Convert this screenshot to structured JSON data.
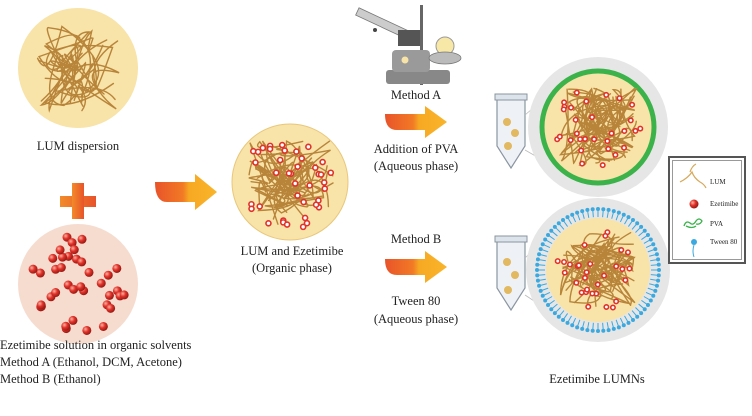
{
  "labels": {
    "lum_dispersion": "LUM dispersion",
    "ezetimibe_solution": [
      "Ezetimibe solution in organic solvents",
      "Method A (Ethanol, DCM, Acetone)",
      "Method B (Ethanol)"
    ],
    "organic_phase": [
      "LUM and Ezetimibe",
      "(Organic phase)"
    ],
    "method_a": {
      "title": "Method A",
      "lines": [
        "Addition of PVA",
        "(Aqueous phase)"
      ]
    },
    "method_b": {
      "title": "Method B",
      "lines": [
        "Tween 80",
        "(Aqueous phase)"
      ]
    },
    "product": "Ezetimibe LUMNs"
  },
  "legend": [
    {
      "label": "LUM",
      "icon": "lum-fiber-icon"
    },
    {
      "label": "Ezetimibe",
      "icon": "ezetimibe-sphere-icon"
    },
    {
      "label": "PVA",
      "icon": "pva-polymer-icon"
    },
    {
      "label": "Tween 80",
      "icon": "tween80-surfactant-icon"
    }
  ],
  "colors": {
    "fill": "#f8e3a8",
    "fiber": "#b8843a",
    "drug": "#e0322a",
    "drug_bg": "#f6dccf",
    "arrow": "#f7a823",
    "arrow_tail": "#e8532a",
    "pva": "#3bb34a",
    "tween": "#3ba9e0"
  }
}
